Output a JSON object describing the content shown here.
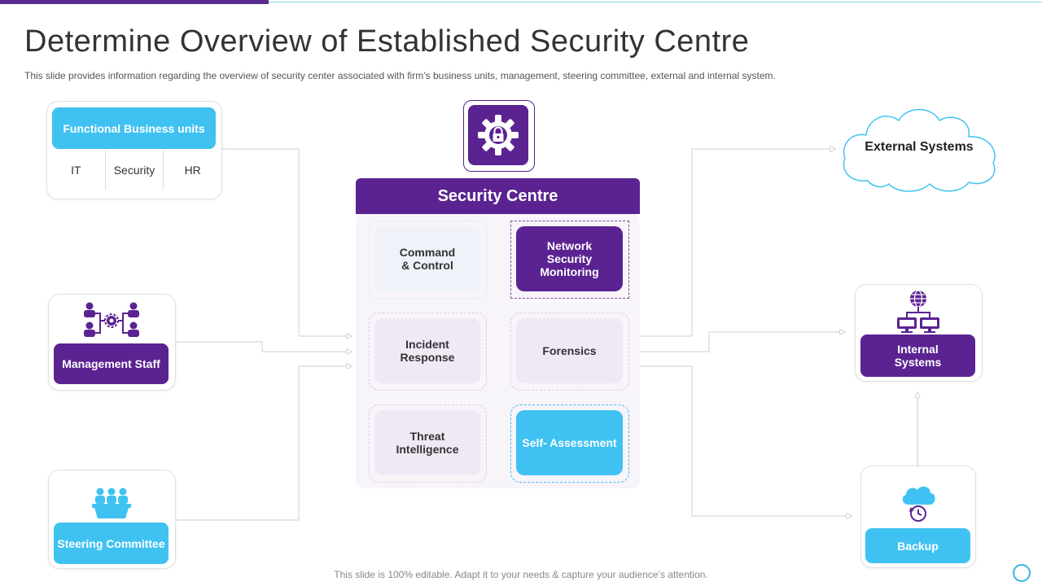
{
  "slide": {
    "title": "Determine Overview of Established Security Centre",
    "subtitle": "This slide provides information regarding the overview of security center associated with firm’s business units, management, steering committee, external and internal system.",
    "footer": "This slide is 100% editable. Adapt it to your needs & capture your audience’s attention."
  },
  "left": {
    "business_units": {
      "label": "Functional Business  units",
      "units": [
        "IT",
        "Security",
        "HR"
      ]
    },
    "management": {
      "label": "Management Staff",
      "icon": "org-chart-icon"
    },
    "steering": {
      "label": "Steering Committee",
      "icon": "committee-icon"
    }
  },
  "centre": {
    "header": "Security Centre",
    "icon": "gear-lock-icon",
    "cells": [
      {
        "label": "Command\n& Control"
      },
      {
        "label": "Network\nSecurity\nMonitoring"
      },
      {
        "label": "Incident\nResponse"
      },
      {
        "label": "Forensics"
      },
      {
        "label": "Threat\nIntelligence"
      },
      {
        "label": "Self- Assessment"
      }
    ]
  },
  "right": {
    "external": {
      "label": "External Systems",
      "icon": "cloud-icon"
    },
    "internal": {
      "label": "Internal\nSystems",
      "icon": "network-computers-icon"
    },
    "backup": {
      "label": "Backup",
      "icon": "cloud-backup-icon"
    }
  },
  "colors": {
    "purple": "#5b2391",
    "cyan": "#3fc2f2",
    "connector": "#c9c9c9"
  }
}
